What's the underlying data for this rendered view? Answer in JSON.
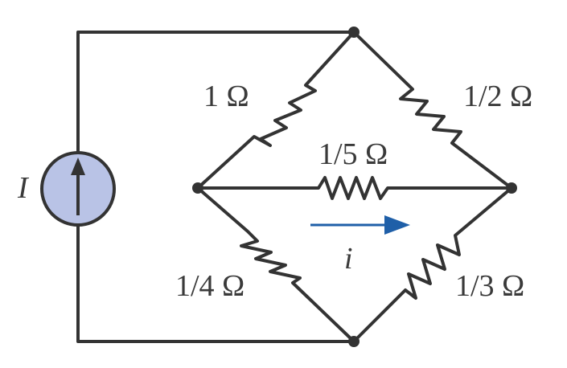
{
  "source": {
    "label": "I",
    "fill_color": "#b9c3e6",
    "icon": "current-source-icon"
  },
  "resistors": {
    "top_left": "1 Ω",
    "top_right": "1/2 Ω",
    "middle": "1/5 Ω",
    "bottom_left": "1/4 Ω",
    "bottom_right": "1/3 Ω"
  },
  "current": {
    "label": "i",
    "arrow_color": "#1f5fa8"
  },
  "wire_color": "#333333"
}
